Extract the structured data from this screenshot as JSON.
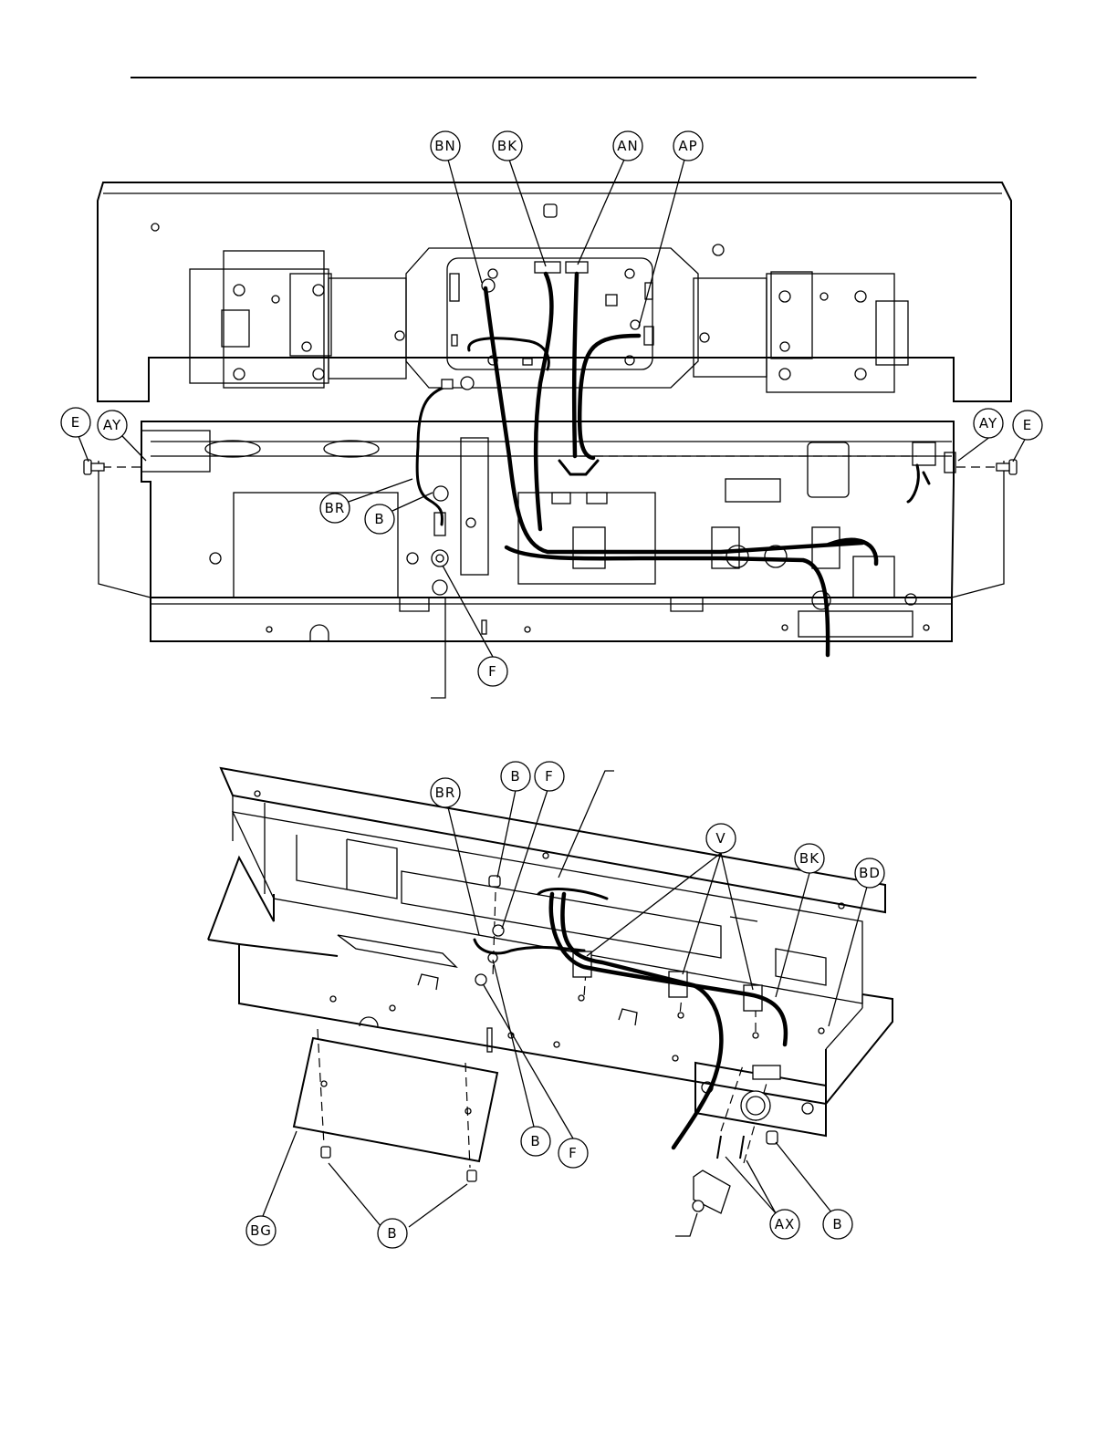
{
  "callouts": {
    "bn_top": "BN",
    "bk_top": "BK",
    "an_top": "AN",
    "ap_top": "AP",
    "e_left": "E",
    "ay_left": "AY",
    "ay_right": "AY",
    "e_right": "E",
    "br_top": "BR",
    "b_top": "B",
    "f_top": "F",
    "br_bottom": "BR",
    "b_bottom_1": "B",
    "f_bottom_1": "F",
    "v_bottom": "V",
    "bk_bottom": "BK",
    "bd_bottom": "BD",
    "b_bottom_2": "B",
    "f_bottom_2": "F",
    "bg_bottom": "BG",
    "b_bottom_3": "B",
    "ax_bottom": "AX",
    "b_bottom_4": "B"
  }
}
